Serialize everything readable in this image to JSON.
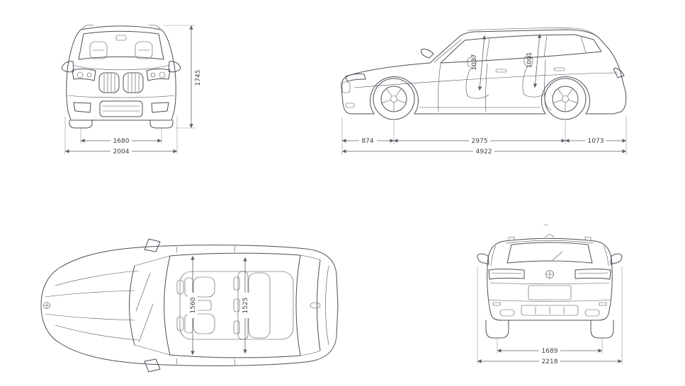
{
  "colors": {
    "line": "#4a4f58",
    "background": "#ffffff",
    "dimension_text": "#3a3f42"
  },
  "front_view": {
    "height": "1745",
    "track_width": "1680",
    "overall_width": "2004"
  },
  "side_view": {
    "front_interior_height": "1037",
    "rear_interior_height": "1001",
    "front_overhang": "874",
    "wheelbase": "2975",
    "rear_overhang": "1073",
    "overall_length": "4922"
  },
  "top_view": {
    "front_interior_width": "1560",
    "rear_interior_width": "1525"
  },
  "rear_view": {
    "track_width": "1689",
    "overall_width_incl_mirrors": "2218"
  }
}
